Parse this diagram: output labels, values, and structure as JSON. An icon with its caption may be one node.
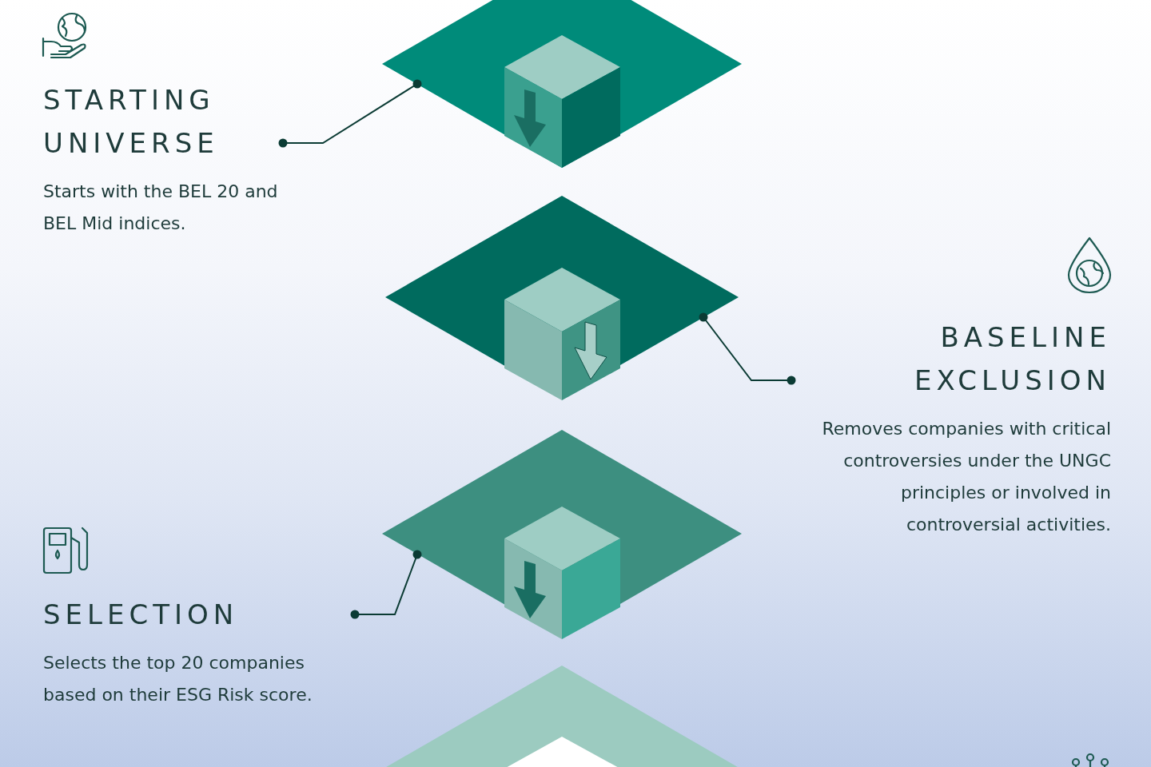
{
  "diagram": {
    "nodes": [
      {
        "text": [
          "STARTING UNIVERSE",
          "Starts with the BEL 20 and BEL Mid indices."
        ]
      },
      {
        "text": [],
        "shape": "diamond"
      },
      {
        "text": [
          "BASELINE EXCLUSION",
          "Removes companies with critical controversies under the UNGC principles or involved in controversial activities."
        ]
      },
      {
        "text": [],
        "shape": "diamond"
      },
      {
        "text": [
          "SELECTION",
          "Selects the top 20 companies based on their ESG Risk score."
        ]
      },
      {
        "text": [],
        "shape": "diamond"
      },
      {
        "text": [],
        "shape": "diamond"
      }
    ],
    "edges": [
      {
        "from": 0,
        "to": 1,
        "arrow": "other"
      },
      {
        "from": 2,
        "to": 3,
        "arrow": "other"
      },
      {
        "from": 4,
        "to": 5,
        "arrow": "other"
      }
    ]
  }
}
